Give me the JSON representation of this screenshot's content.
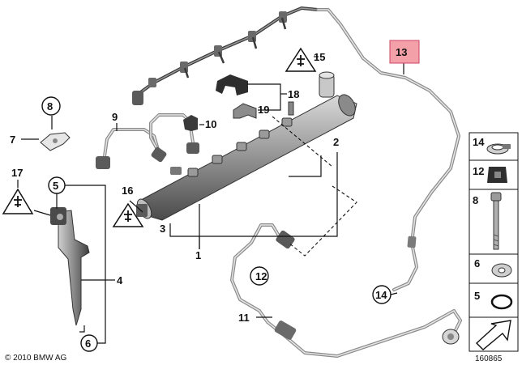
{
  "diagram": {
    "copyright": "© 2010 BMW AG",
    "diagram_id": "160865",
    "labels": {
      "p1": "1",
      "p2": "2",
      "p3": "3",
      "p4": "4",
      "p5": "5",
      "p6": "6",
      "p7": "7",
      "p8": "8",
      "p9": "9",
      "p10": "10",
      "p11": "11",
      "p12": "12",
      "p13": "13",
      "p14": "14",
      "p15": "15",
      "p16": "16",
      "p17": "17",
      "p18": "18",
      "p19": "19"
    },
    "side_panel": [
      "14",
      "12",
      "8",
      "6",
      "5"
    ],
    "highlight_color": "#f4a0a8"
  }
}
